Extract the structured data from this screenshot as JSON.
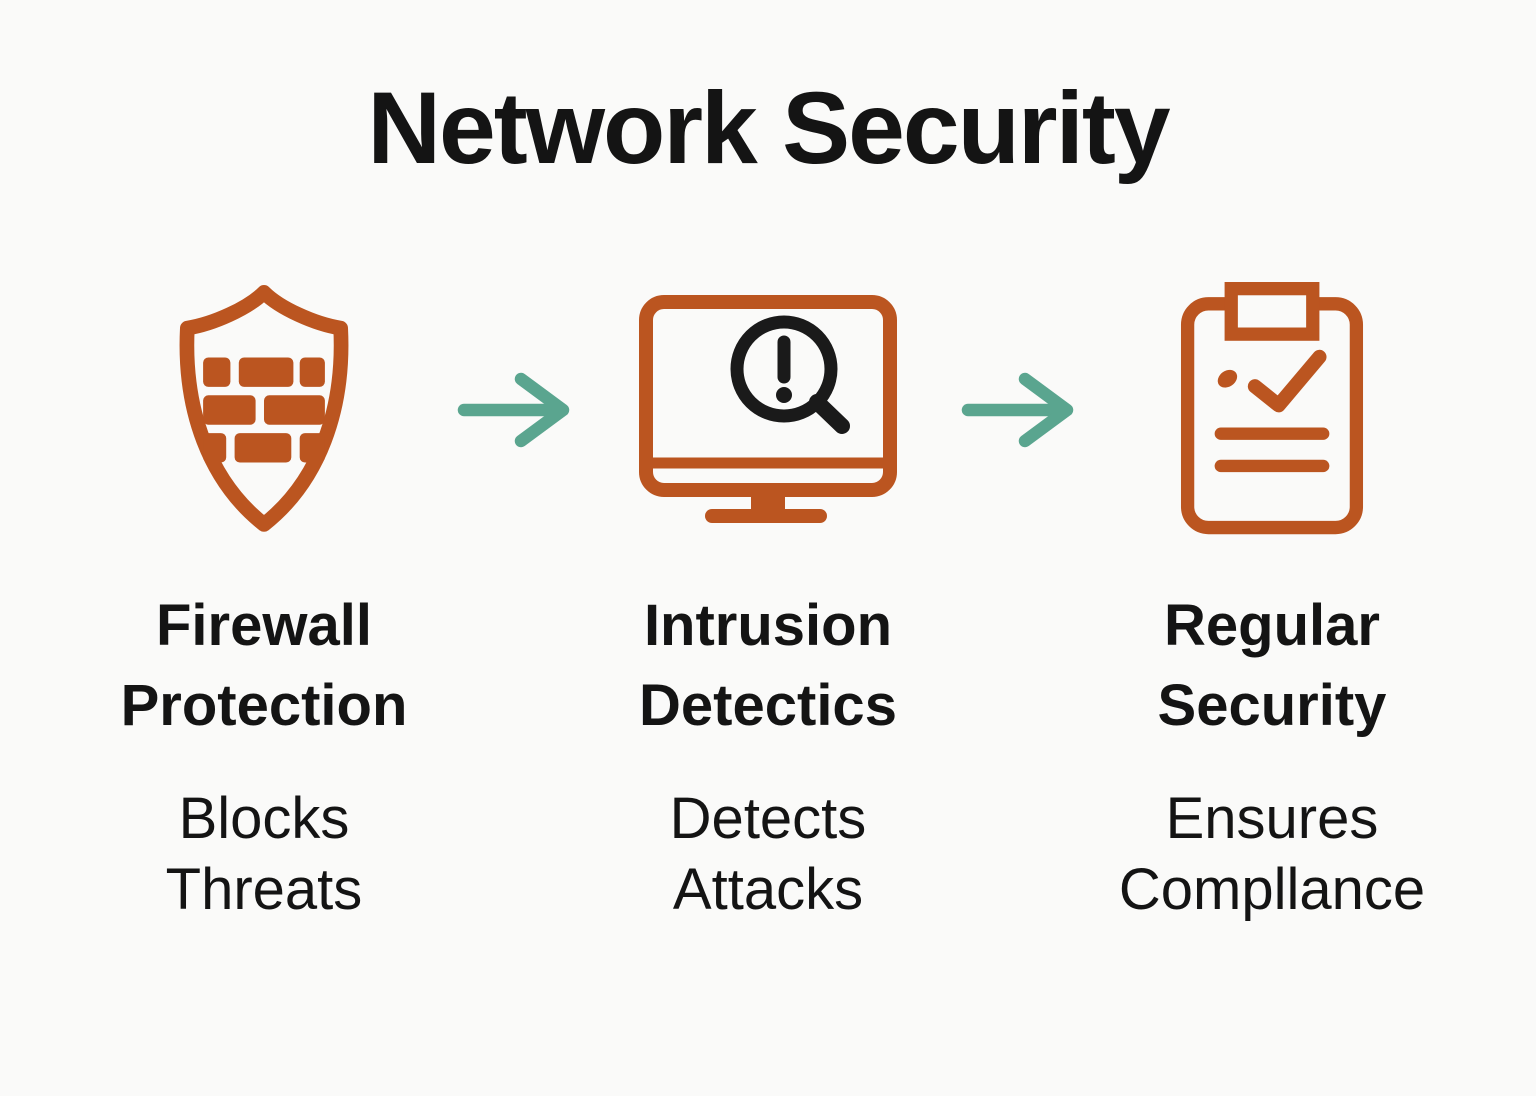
{
  "title": "Network Security",
  "colors": {
    "background": "#fafaf9",
    "icon_accent": "#bb5520",
    "arrow": "#5aa58f",
    "text": "#141414"
  },
  "columns": [
    {
      "icon": "firewall-shield-icon",
      "heading_line1": "Firewall",
      "heading_line2": "Protection",
      "desc_line1": "Blocks",
      "desc_line2": "Threats"
    },
    {
      "icon": "intrusion-monitor-search-alert-icon",
      "heading_line1": "Intrusion",
      "heading_line2": "Detectics",
      "desc_line1": "Detects",
      "desc_line2": "Attacks"
    },
    {
      "icon": "security-clipboard-checklist-icon",
      "heading_line1": "Regular",
      "heading_line2": "Security",
      "desc_line1": "Ensures",
      "desc_line2": "Compllance"
    }
  ],
  "arrows": [
    {
      "icon": "right-arrow-icon"
    },
    {
      "icon": "right-arrow-icon"
    }
  ]
}
